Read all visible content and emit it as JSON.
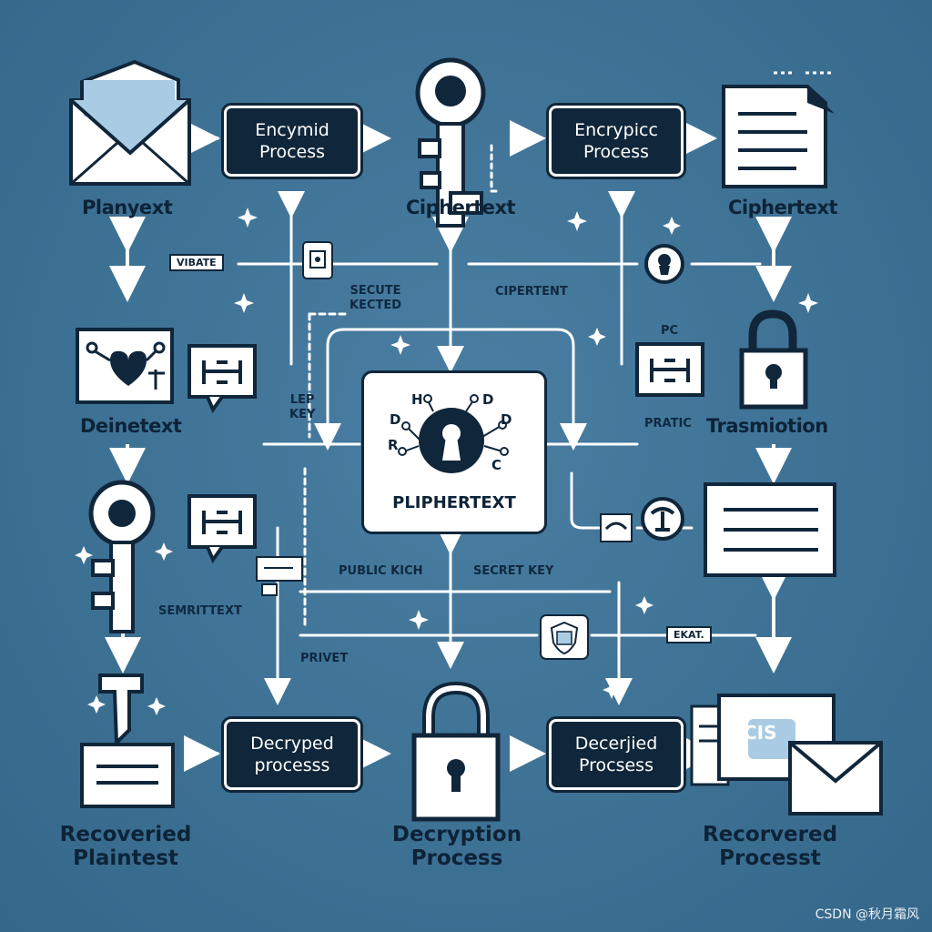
{
  "process_boxes": {
    "encrypt_left": [
      "Encymid",
      "Process"
    ],
    "encrypt_right": [
      "Encrypicc",
      "Process"
    ],
    "decrypt_left": [
      "Decryped",
      "processs"
    ],
    "decrypt_right": [
      "Decerjied",
      "Procsess"
    ]
  },
  "labels": {
    "plaintext_top": "Planyext",
    "ciphertext_top_mid": "Ciphertext",
    "ciphertext_top_right": "Ciphertext",
    "deinetext": "Deinetext",
    "transmission": "Trasmiotion",
    "semiritext": "SEMRITTEXT",
    "privet": "PRIVET",
    "public_key": "PUBLIC KICH",
    "secret_key": "SECRET KEY",
    "ciphertext_small": "CIPERTENT",
    "secure_keyed": [
      "SECUTE",
      "KECTED"
    ],
    "lep_key": [
      "LEP",
      "KEY"
    ],
    "pc": "PC",
    "pratic": "PRATIC",
    "center_label": "PLIPHERTEXT",
    "center_letters": [
      "H",
      "D",
      "D",
      "D",
      "C",
      "R"
    ],
    "vibate_tag": "VIBATE",
    "ekat_tag": "EKAT.",
    "recovered_plaintext": [
      "Recoveried",
      "Plaintest"
    ],
    "decryption_process": [
      "Decryption",
      "Process"
    ],
    "recovered_process": [
      "Recorvered",
      "Processt"
    ],
    "document_badge": "CIS"
  },
  "watermark": "CSDN @秋月霜风",
  "colors": {
    "background": "#3d7194",
    "dark": "#10263a",
    "light_blue": "#a9cbe4",
    "white": "#ffffff"
  },
  "icons": {
    "envelope": "envelope-icon",
    "key": "key-icon",
    "document": "document-icon",
    "padlock": "padlock-icon",
    "heart_card": "heart-card-icon",
    "chip": "chip-icon",
    "stamp": "stamp-icon"
  }
}
